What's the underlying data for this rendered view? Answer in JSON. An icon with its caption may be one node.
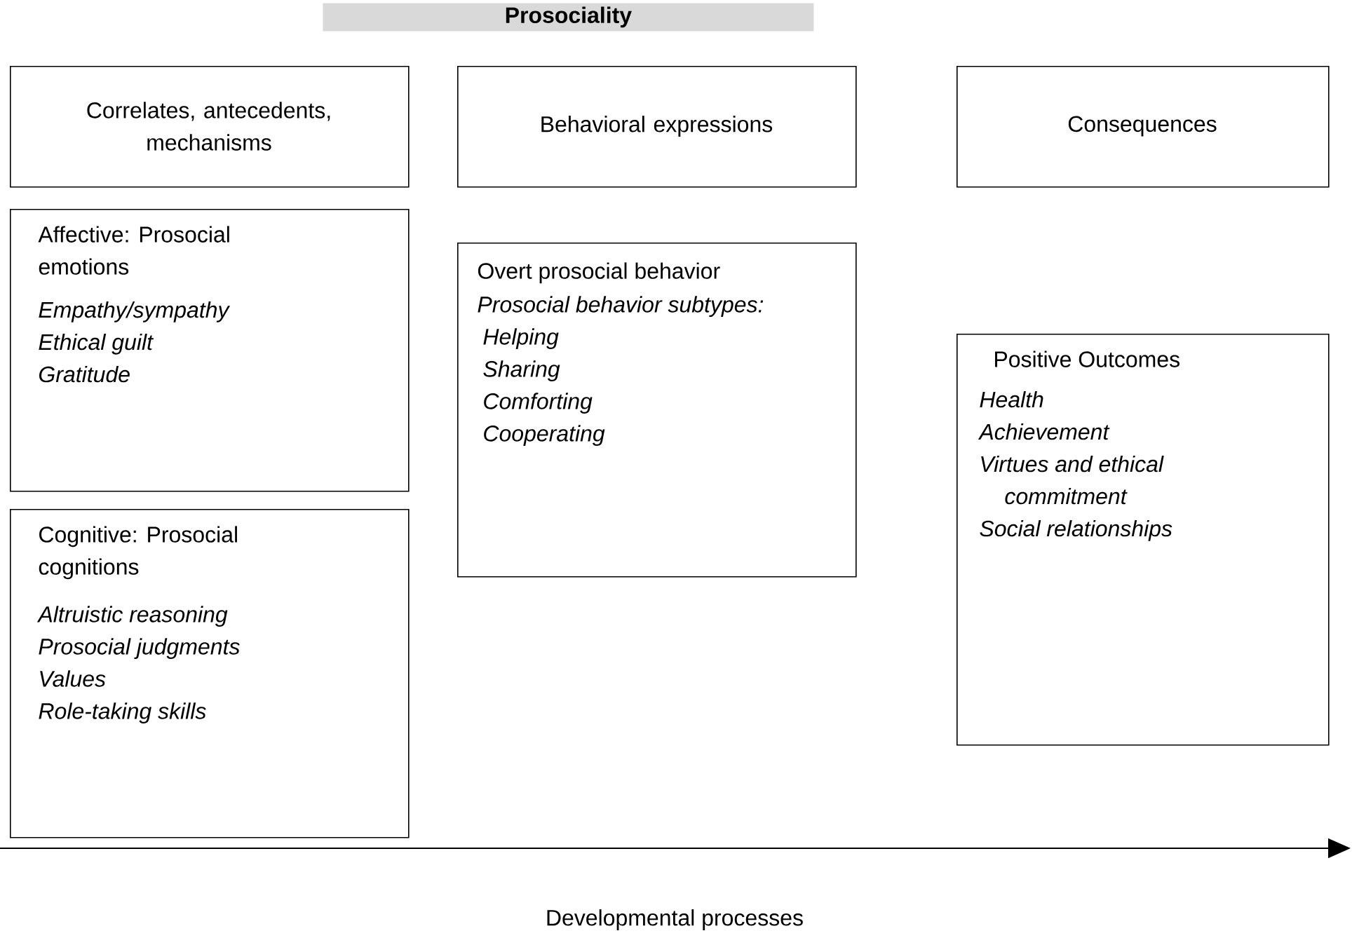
{
  "diagram": {
    "nodes": [
      {
        "text": [
          "Prosociality"
        ]
      },
      {
        "text": [
          "Correlates, antecedents, mechanisms"
        ]
      },
      {
        "text": [
          "Behavioral expressions"
        ]
      },
      {
        "text": [
          "Consequences"
        ]
      },
      {
        "text": [
          "Affective: Prosocial emotions",
          "Empathy/sympathy",
          "Ethical guilt",
          "Gratitude"
        ]
      },
      {
        "text": [
          "Cognitive: Prosocial cognitions",
          "Altruistic reasoning",
          "Prosocial judgments",
          "Values",
          "Role-taking skills"
        ]
      },
      {
        "text": [
          "Overt prosocial behavior",
          "Prosocial behavior subtypes:",
          "Helping",
          "Sharing",
          "Comforting",
          "Cooperating"
        ]
      },
      {
        "text": [
          "Positive Outcomes",
          "Health",
          "Achievement",
          "Virtues and ethical commitment",
          "Social relationships"
        ]
      }
    ],
    "labels": [
      "Developmental processes"
    ]
  }
}
